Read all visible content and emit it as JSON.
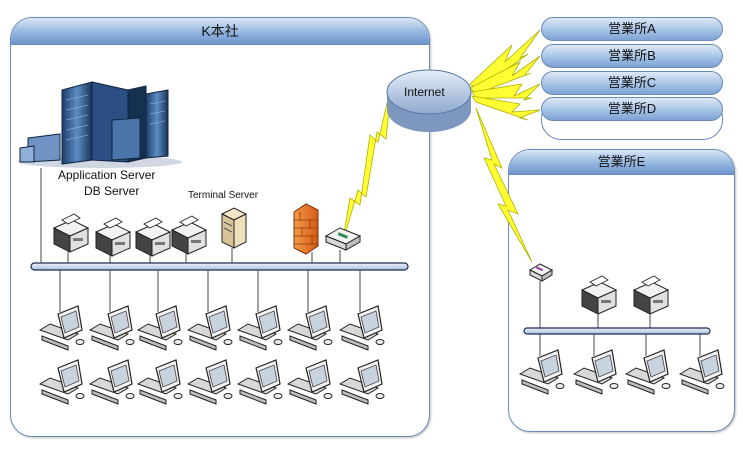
{
  "hq": {
    "title": "K本社",
    "app_server_label": "Application  Server",
    "db_server_label": "DB Server",
    "terminal_server_label": "Terminal Server"
  },
  "internet": {
    "label": "Internet"
  },
  "branches": [
    {
      "label": "営業所A"
    },
    {
      "label": "営業所B"
    },
    {
      "label": "営業所C"
    },
    {
      "label": "営業所D"
    }
  ],
  "branch_e": {
    "title": "営業所E"
  },
  "colors": {
    "panel_header": "#8fb2de",
    "border": "#6a8cb8",
    "lightning": "#ffff33",
    "lan_bar": "#c9d9ee",
    "firewall": "#f07b2a"
  },
  "icons": {
    "server_rack": "server-rack-icon",
    "printer": "printer-icon",
    "terminal_server": "tower-server-icon",
    "firewall": "firewall-icon",
    "router": "router-icon",
    "pc": "desktop-pc-icon"
  }
}
